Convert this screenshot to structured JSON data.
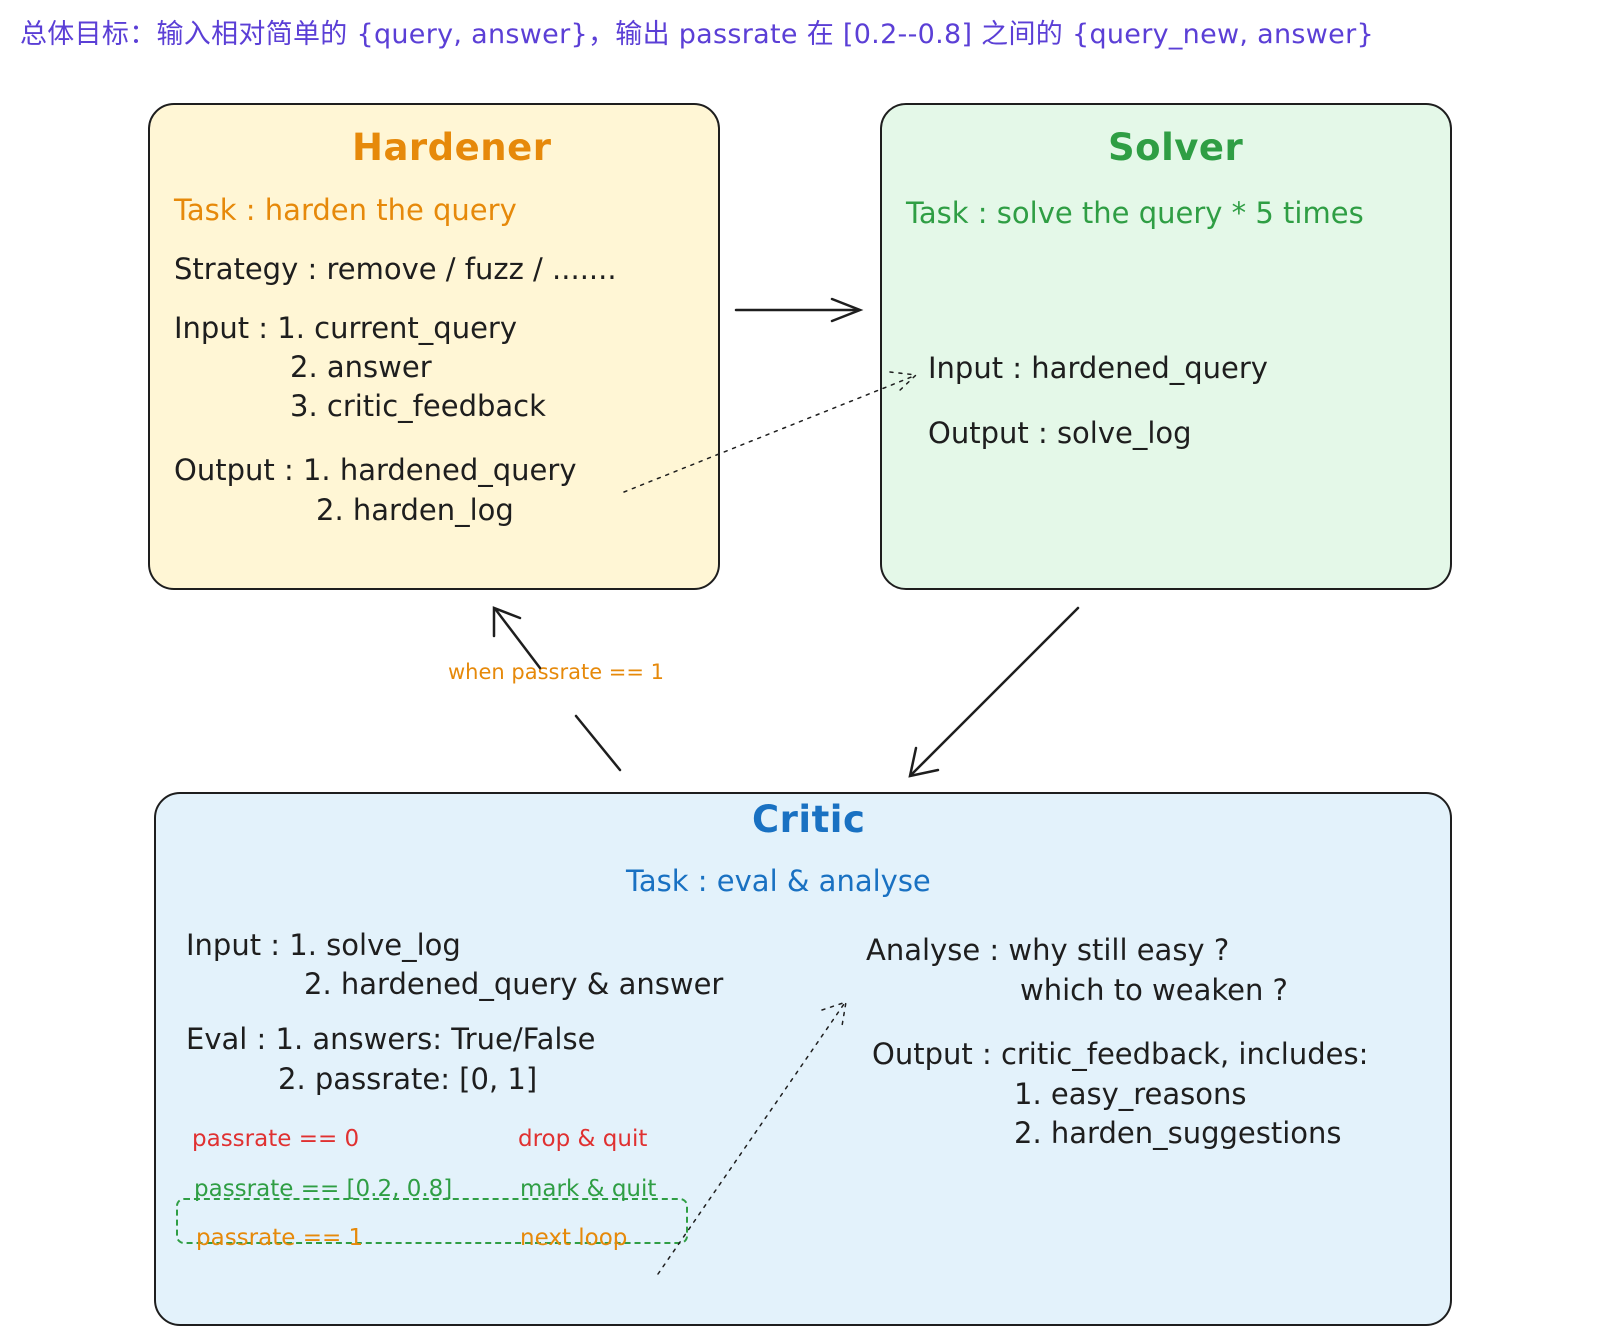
{
  "headline": "总体目标：输入相对简单的 {query, answer}，输出 passrate 在 [0.2--0.8] 之间的 {query_new, answer}",
  "hardener": {
    "title": "Hardener",
    "task": "Task : harden the query",
    "strategy": "Strategy : remove / fuzz / .......",
    "input_label": "Input : 1. current_query",
    "input_2": "2. answer",
    "input_3": "3. critic_feedback",
    "output_label": "Output : 1. hardened_query",
    "output_2": "2. harden_log"
  },
  "solver": {
    "title": "Solver",
    "task": "Task : solve the query * 5 times",
    "input": "Input : hardened_query",
    "output": "Output : solve_log"
  },
  "critic": {
    "title": "Critic",
    "task": "Task : eval & analyse",
    "input_label": "Input : 1. solve_log",
    "input_2": "2. hardened_query & answer",
    "eval_label": "Eval : 1. answers: True/False",
    "eval_2": "2. passrate: [0, 1]",
    "rules": [
      {
        "condition": "passrate == 0",
        "action": "drop & quit",
        "color": "#e03131"
      },
      {
        "condition": "passrate == [0.2, 0.8]",
        "action": "mark & quit",
        "color": "#2f9e44"
      },
      {
        "condition": "passrate == 1",
        "action": "next loop",
        "color": "#e6890a"
      }
    ],
    "analyse_label": "Analyse : why still easy ?",
    "analyse_2": "which to weaken ?",
    "output_label": "Output : critic_feedback, includes:",
    "output_1": "1. easy_reasons",
    "output_2": "2. harden_suggestions"
  },
  "loop_label": "when passrate == 1",
  "colors": {
    "hardener_fill": "#fff6d5",
    "solver_fill": "#e4f8e8",
    "critic_fill": "#e3f2fb",
    "orange": "#e6890a",
    "green": "#2f9e44",
    "blue": "#1971c2",
    "headline": "#5b3fd6"
  }
}
